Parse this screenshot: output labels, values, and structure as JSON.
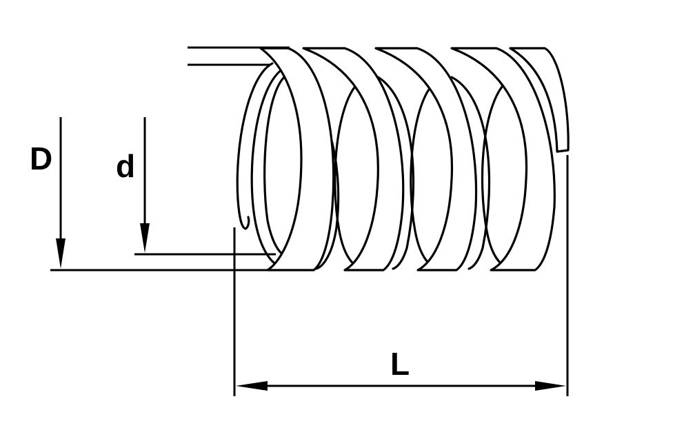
{
  "diagram": {
    "labels": {
      "outer_diameter": "D",
      "wire_diameter": "d",
      "length": "L"
    },
    "colors": {
      "stroke": "#000000",
      "background": "#ffffff"
    }
  }
}
